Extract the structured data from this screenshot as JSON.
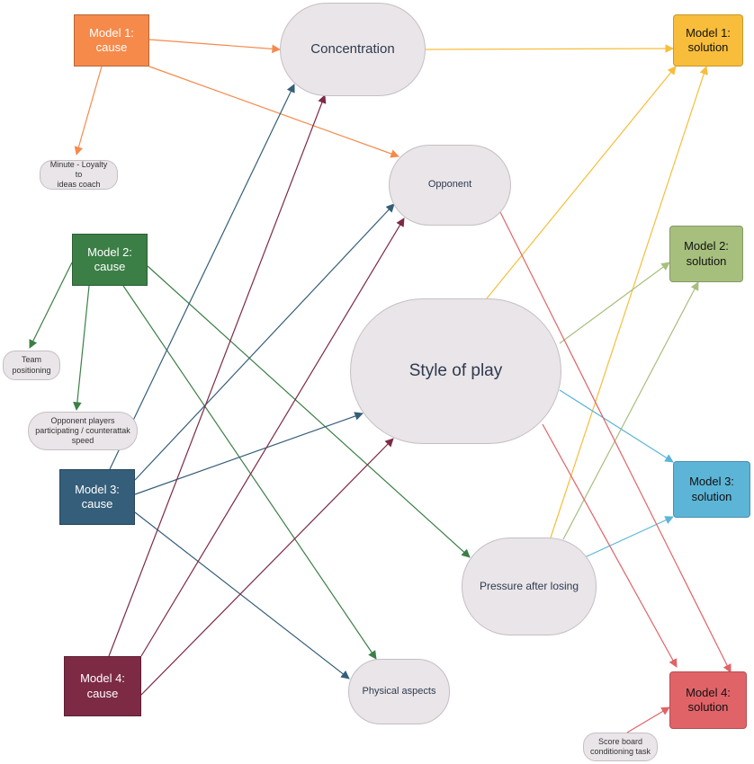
{
  "colors": {
    "model1": "#f58a4b",
    "model2": "#3b7f46",
    "model3": "#355e7a",
    "model4": "#7d2a45",
    "solution1": "#f8bd3a",
    "solution2": "#a7bf7d",
    "solution3": "#5cb5d7",
    "solution4": "#e06368",
    "pill": "#e9e5e8"
  },
  "causes": {
    "m1": "Model 1:\ncause",
    "m2": "Model 2:\ncause",
    "m3": "Model 3:\ncause",
    "m4": "Model 4:\ncause"
  },
  "solutions": {
    "s1": "Model 1:\nsolution",
    "s2": "Model 2:\nsolution",
    "s3": "Model 3:\nsolution",
    "s4": "Model 4:\nsolution"
  },
  "factors": {
    "concentration": "Concentration",
    "opponent": "Opponent",
    "style": "Style of play",
    "pressure": "Pressure after losing",
    "physical": "Physical aspects"
  },
  "notes": {
    "minute": "Minute - Loyalty to\nideas coach",
    "team": "Team\npositioning",
    "opp_players": "Opponent players\nparticipating / counterattak\nspeed",
    "score": "Score board\nconditioning task"
  }
}
